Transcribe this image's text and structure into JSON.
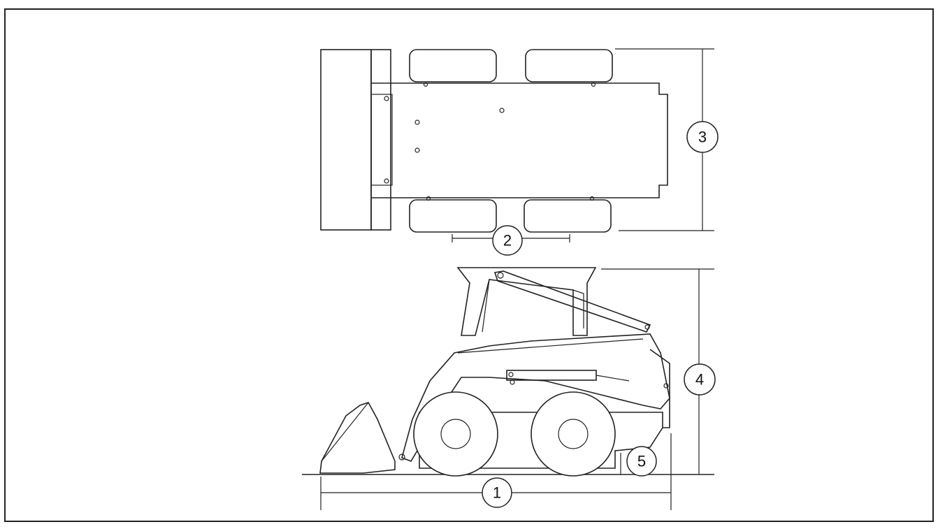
{
  "callouts": {
    "c1": "1",
    "c2": "2",
    "c3": "3",
    "c4": "4",
    "c5": "5"
  },
  "colors": {
    "ink": "#222222",
    "paper": "#ffffff"
  }
}
